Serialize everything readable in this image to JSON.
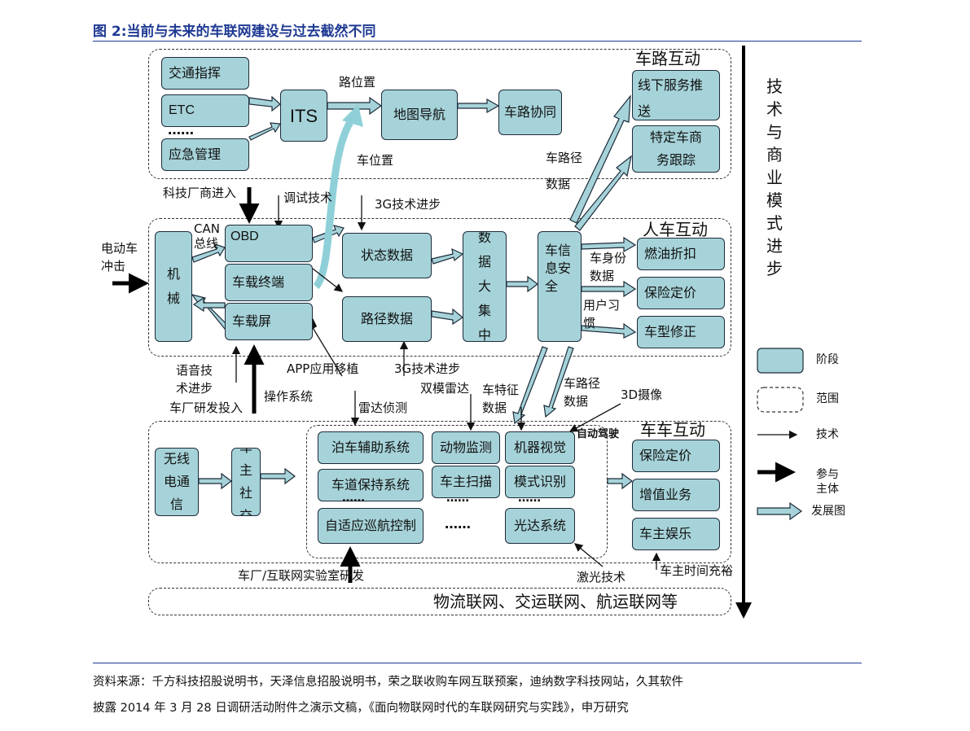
{
  "title": "图 2:当前与未来的车联网建设与过去截然不同",
  "chart_data": {
    "type": "diagram",
    "title": "图 2:当前与未来的车联网建设与过去截然不同",
    "zones": {
      "top": "车路互动",
      "middle": "人车互动",
      "bottom": "车车互动",
      "logistics": "物流联网、交运联网、航运联网等"
    },
    "boxes": {
      "traffic_cmd": "交通指挥",
      "etc": "ETC",
      "ellipsis_top": "……",
      "emergency": "应急管理",
      "its": "ITS",
      "map_nav": "地图导航",
      "road_coop": "车路协同",
      "offline_service": "线下服务推送",
      "car_track": "特定车商务跟踪",
      "mechanical": "机械",
      "obd": "OBD",
      "terminal": "车载终端",
      "screen": "车载屏",
      "status_data": "状态数据",
      "path_data": "路径数据",
      "big_data": "数据大集中",
      "car_info_sec": "车信息安全",
      "fuel_discount": "燃油折扣",
      "insurance_price_1": "保险定价",
      "model_fix": "车型修正",
      "wireless": "无线电通信",
      "owner_social": "车主社交",
      "parking_assist": "泊车辅助系统",
      "lane_keep": "车道保持系统",
      "adaptive_cruise": "自适应巡航控制",
      "animal_monitor": "动物监测",
      "owner_scan": "车主扫描",
      "machine_vision": "机器视觉",
      "pattern_recog": "模式识别",
      "lidar": "光达系统",
      "insurance_price_2": "保险定价",
      "value_added": "增值业务",
      "owner_ent": "车主娱乐",
      "dots_1": "……",
      "dots_2": "……",
      "dots_3": "……",
      "dots_4": "……"
    },
    "labels": {
      "road_position": "路位置",
      "car_position": "车位置",
      "road_path_data_top": "车路径数据",
      "tech_vendor": "科技厂商进入",
      "debug_tech": "调试技术",
      "tech_3g_top": "3G技术进步",
      "ev_impact": "电动车冲击",
      "can_bus": "CAN总线",
      "identity_data": "车身份数据",
      "user_habit": "用户习惯",
      "voice_tech": "语音技术进步",
      "os": "操作系统",
      "oem_rd": "车厂研发投入",
      "app_port": "APP应用移植",
      "tech_3g_bottom": "3G技术进步",
      "radar_detect": "雷达侦测",
      "dual_radar": "双模雷达",
      "car_feature_data": "车特征数据",
      "road_path_data_bottom": "车路径数据",
      "camera_3d": "3D摄像",
      "autonomous": "自动驾驶",
      "laser_tech": "激光技术",
      "owner_time": "车主时间充裕",
      "lab_rd": "车厂/互联网实验室研发"
    },
    "side_title": "技术与商业模式进步",
    "legend": [
      {
        "key": "box",
        "text": "阶段"
      },
      {
        "key": "dashed",
        "text": "范围"
      },
      {
        "key": "thin-arrow",
        "text": "技术"
      },
      {
        "key": "thick-arrow",
        "text": "参与主体"
      },
      {
        "key": "hollow-arrow",
        "text": "发展图"
      }
    ]
  },
  "source_line_1": "资料来源：千方科技招股说明书，天泽信息招股说明书，荣之联收购车网互联预案，迪纳数字科技网站，久其软件",
  "source_line_2": "披露 2014 年 3 月 28 日调研活动附件之演示文稿，《面向物联网时代的车联网研究与实践》，申万研究",
  "colors": {
    "box_fill": "#a6d3d9",
    "title": "#1f3a93",
    "line": "#1d2b3a"
  }
}
